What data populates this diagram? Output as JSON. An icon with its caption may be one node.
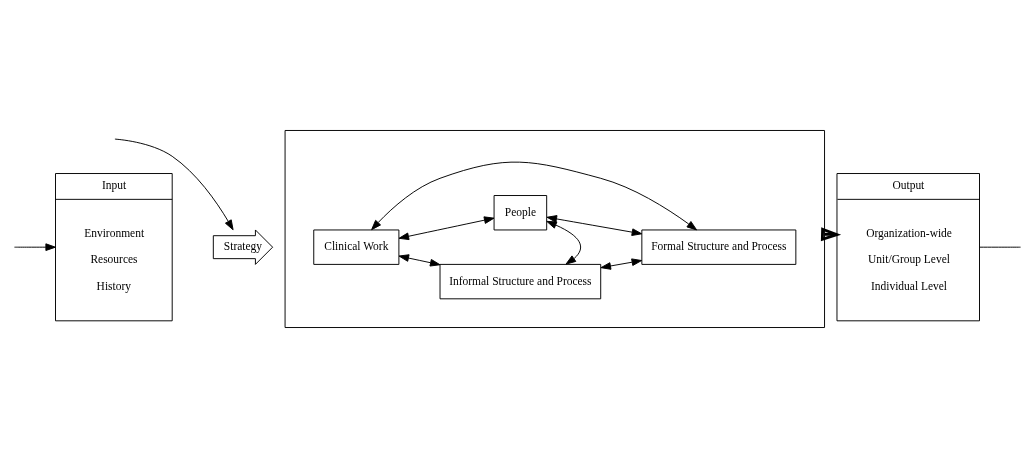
{
  "diagram": {
    "nodes": [
      {
        "text": [
          "Input",
          "Environment",
          "Resources",
          "History"
        ]
      },
      {
        "text": [
          "Strategy"
        ]
      },
      {
        "text": [],
        "shape": "box"
      },
      {
        "text": [
          "Informal Structure and Process"
        ],
        "in": 2
      },
      {
        "text": [
          "Clinical Work"
        ],
        "in": 2
      },
      {
        "text": [
          "Formal Structure and Process"
        ],
        "in": 2
      },
      {
        "text": [
          "People"
        ],
        "in": 2
      },
      {
        "text": [
          "Output",
          "Organization-wide",
          "Unit/Group Level",
          "Individual Level"
        ]
      }
    ],
    "edges": [
      {
        "from": null,
        "to": 0,
        "arrow": "to"
      },
      {
        "from": null,
        "to": 1,
        "arrow": "to"
      },
      {
        "from": 4,
        "to": 3,
        "arrow": "both"
      },
      {
        "from": 3,
        "to": 5,
        "arrow": "both"
      },
      {
        "from": 4,
        "to": 6,
        "arrow": "both"
      },
      {
        "from": 6,
        "to": 5,
        "arrow": "both"
      },
      {
        "from": 4,
        "to": 5,
        "arrow": "both"
      },
      {
        "from": 3,
        "to": 6,
        "arrow": "both"
      },
      {
        "from": 2,
        "to": 7,
        "arrow": "to",
        "style": "thick"
      },
      {
        "from": 7,
        "to": null,
        "arrow": "none"
      }
    ]
  }
}
